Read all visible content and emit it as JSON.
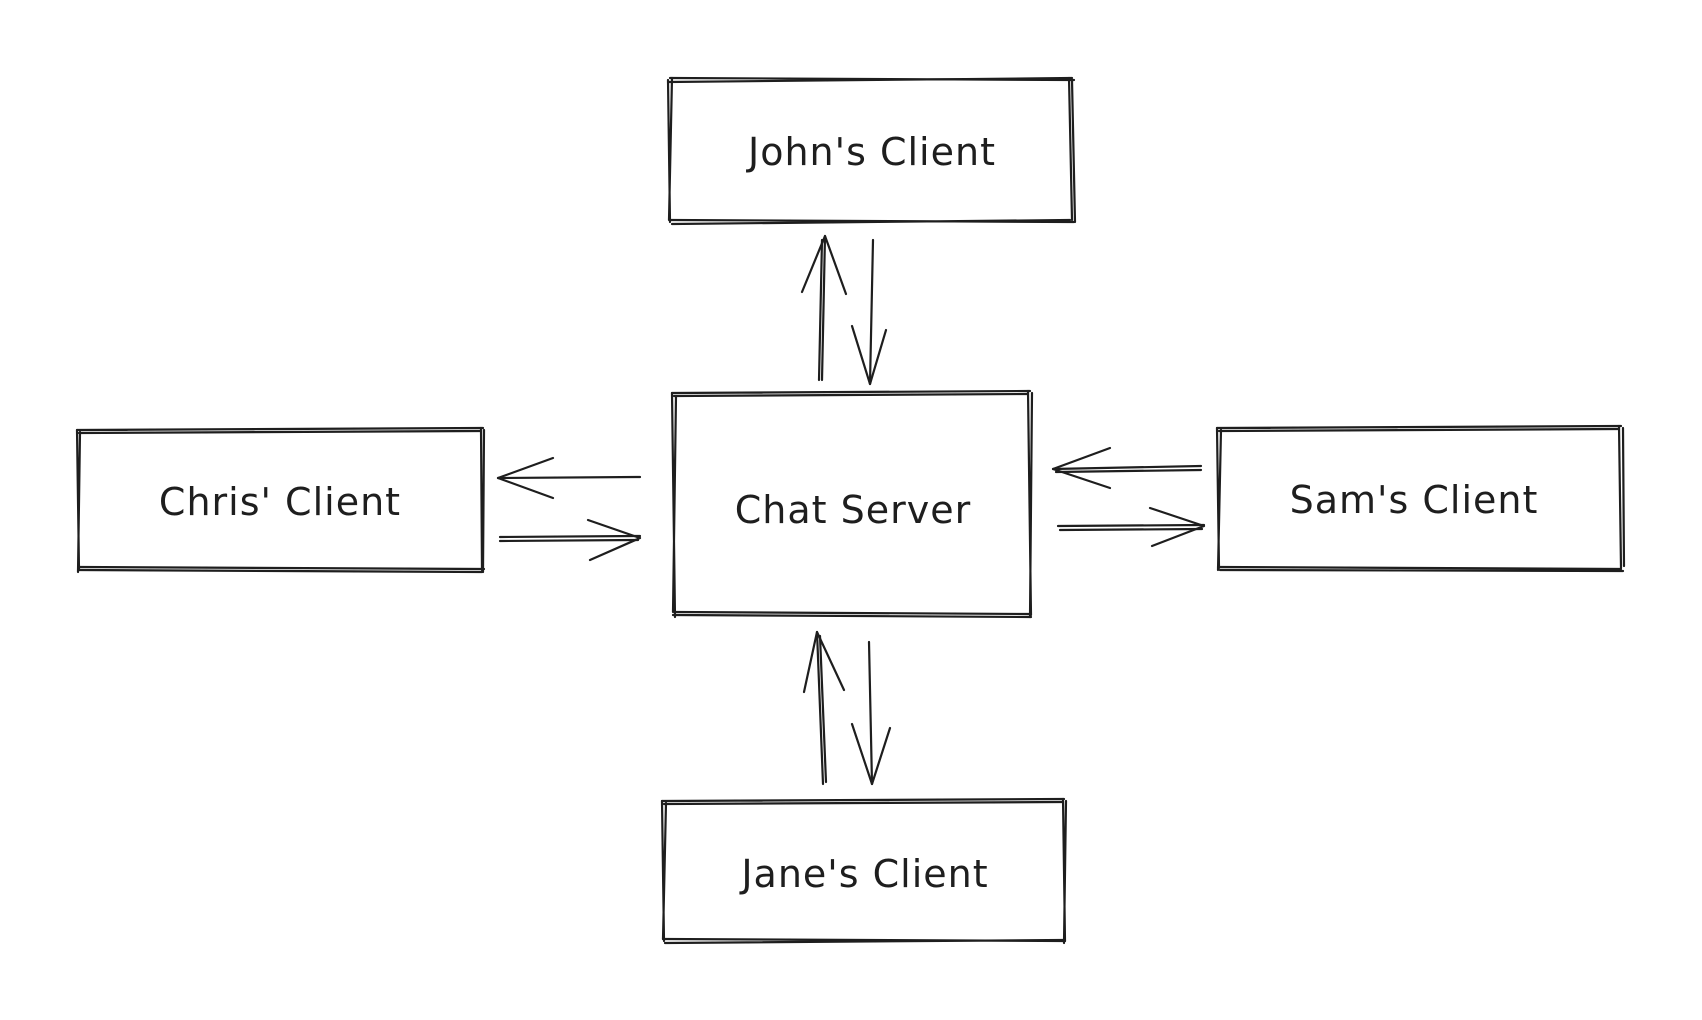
{
  "diagram": {
    "colors": {
      "stroke": "#1e1e1e",
      "background": "#ffffff"
    },
    "nodes": {
      "john": {
        "label": "John's Client"
      },
      "chris": {
        "label": "Chris' Client"
      },
      "server": {
        "label": "Chat Server"
      },
      "sam": {
        "label": "Sam's Client"
      },
      "jane": {
        "label": "Jane's Client"
      }
    },
    "edges": [
      {
        "from": "server",
        "to": "john"
      },
      {
        "from": "john",
        "to": "server"
      },
      {
        "from": "server",
        "to": "chris"
      },
      {
        "from": "chris",
        "to": "server"
      },
      {
        "from": "sam",
        "to": "server"
      },
      {
        "from": "server",
        "to": "sam"
      },
      {
        "from": "jane",
        "to": "server"
      },
      {
        "from": "server",
        "to": "jane"
      }
    ]
  }
}
